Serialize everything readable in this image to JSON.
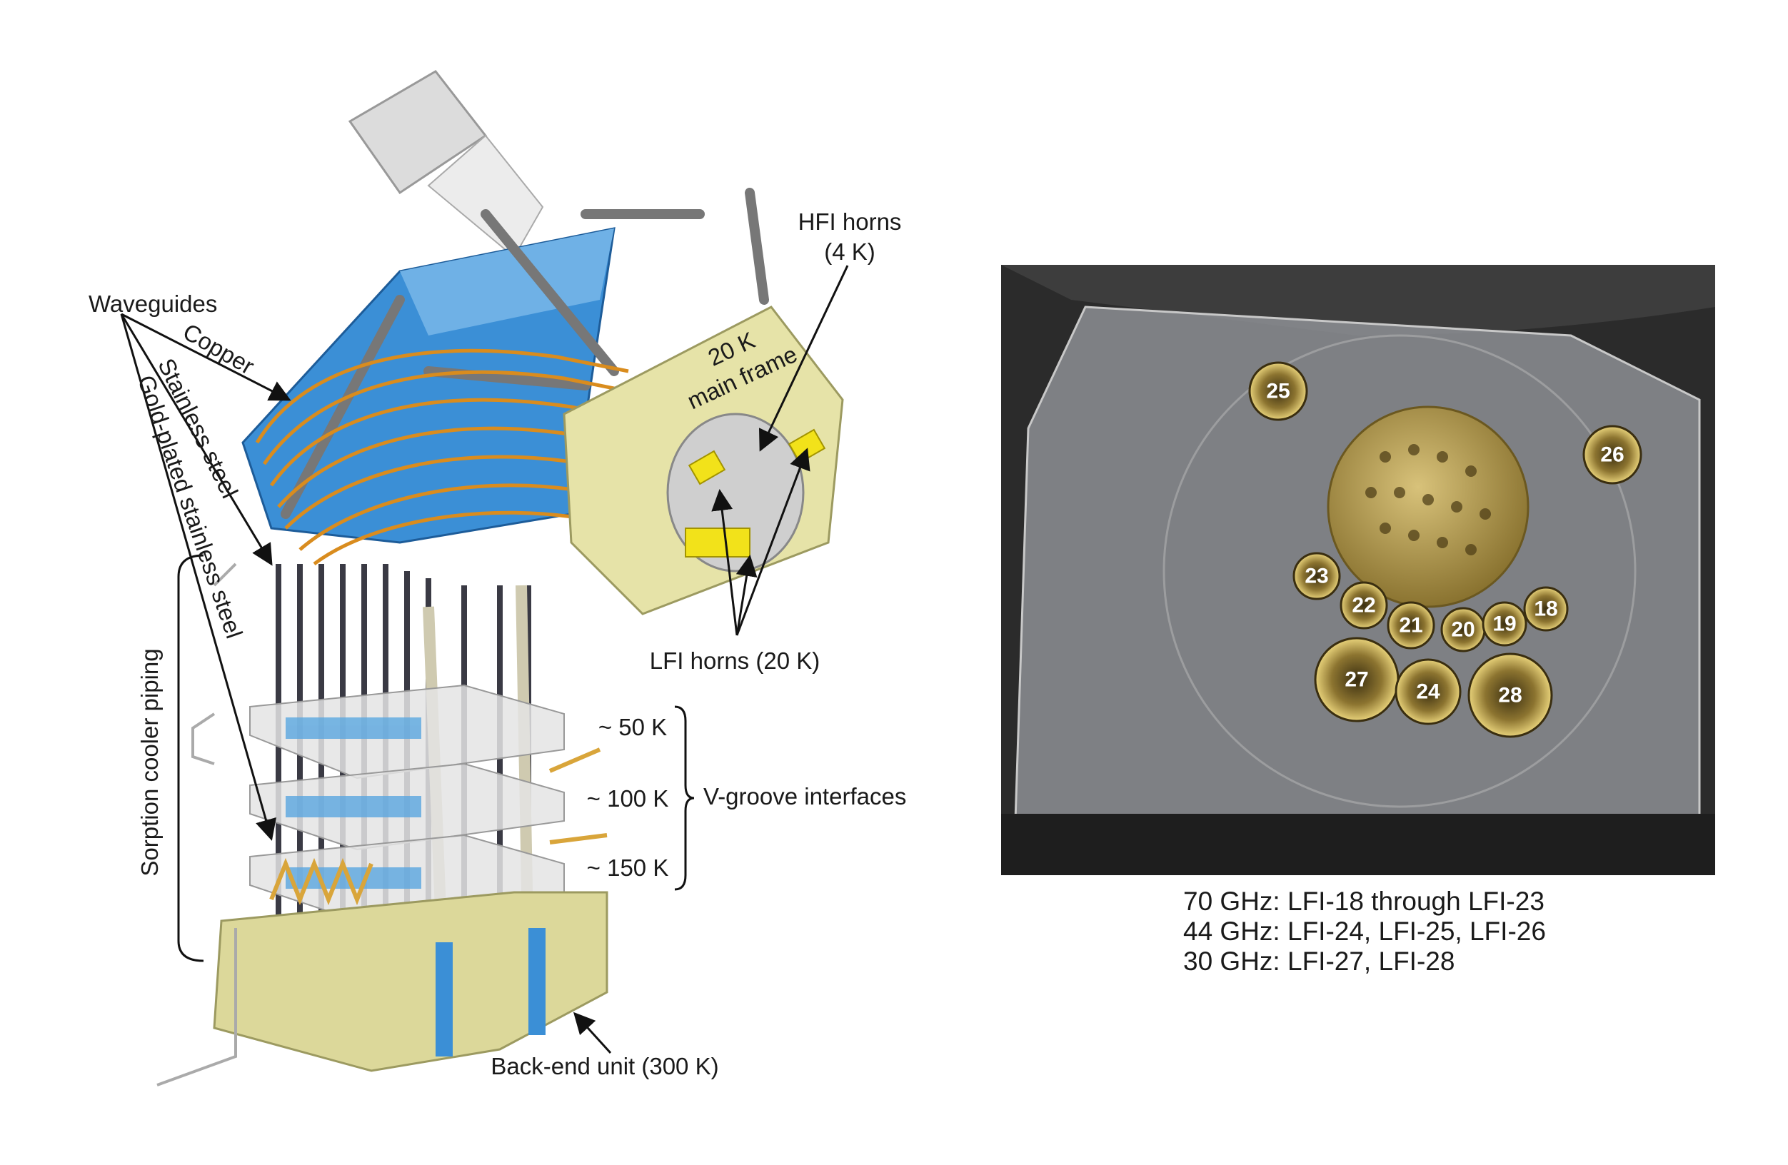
{
  "left_diagram": {
    "labels": {
      "hfi_horns": "HFI horns",
      "hfi_temp": "(4 K)",
      "waveguides": "Waveguides",
      "copper": "Copper",
      "stainless": "Stainless steel",
      "gold_plated": "Gold-plated stainless steel",
      "sorption": "Sorption cooler piping",
      "main_frame_1": "20 K",
      "main_frame_2": "main frame",
      "lfi_horns": "LFI horns (20 K)",
      "k50": "~ 50 K",
      "k100": "~ 100 K",
      "k150": "~ 150 K",
      "vgroove": "V-groove interfaces",
      "backend": "Back-end unit (300 K)"
    }
  },
  "right_photo": {
    "horns": [
      "25",
      "26",
      "23",
      "22",
      "21",
      "20",
      "19",
      "18",
      "27",
      "24",
      "28"
    ]
  },
  "caption": {
    "lines": [
      "70 GHz: LFI-18 through LFI-23",
      "44 GHz: LFI-24, LFI-25, LFI-26",
      "30 GHz: LFI-27, LFI-28"
    ]
  },
  "colors": {
    "blue": "#3b8fd6",
    "gold": "#d9a53a",
    "frame": "#e6e3a8",
    "photo_bg": "#2b2b2b"
  }
}
